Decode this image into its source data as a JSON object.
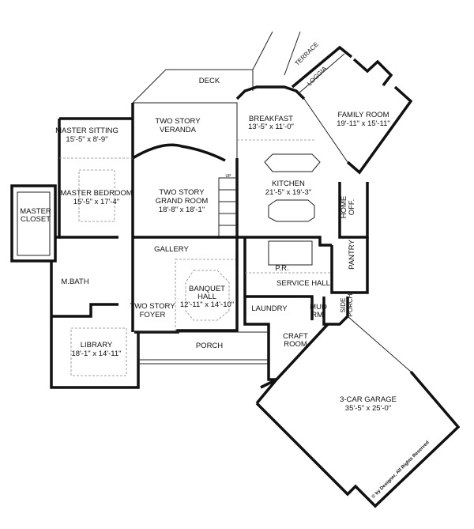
{
  "rooms": {
    "deck": {
      "name": "DECK"
    },
    "terrace": {
      "name": "TERRACE"
    },
    "loggia": {
      "name": "LOGGIA"
    },
    "veranda": {
      "line1": "TWO STORY",
      "line2": "VERANDA"
    },
    "breakfast": {
      "name": "BREAKFAST",
      "dims": "13'-5\" x 11'-0\""
    },
    "family_room": {
      "name": "FAMILY ROOM",
      "dims": "19'-11\" x 15'-11\""
    },
    "master_sitting": {
      "name": "MASTER SITTING",
      "dims": "15'-5\" x 8'-9\""
    },
    "master_bedroom": {
      "name": "MASTER BEDROOM",
      "dims": "15'-5\" x 17'-4\""
    },
    "master_closet": {
      "line1": "MASTER",
      "line2": "CLOSET"
    },
    "grand_room": {
      "line1": "TWO STORY",
      "line2": "GRAND ROOM",
      "dims": "18'-8\" x 18'-1\""
    },
    "stair": {
      "name": "UP"
    },
    "kitchen": {
      "name": "KITCHEN",
      "dims": "21'-5\" x 19'-3\""
    },
    "home_office": {
      "line1": "HOME",
      "line2": "OFF."
    },
    "gallery": {
      "name": "GALLERY"
    },
    "m_bath": {
      "name": "M.BATH"
    },
    "powder_room": {
      "name": "P.R."
    },
    "service_hall": {
      "name": "SERVICE HALL"
    },
    "pantry": {
      "name": "PANTRY"
    },
    "banquet_hall": {
      "line1": "BANQUET",
      "line2": "HALL",
      "dims": "12'-11\" x 14'-10\""
    },
    "foyer": {
      "line1": "TWO STORY",
      "line2": "FOYER"
    },
    "laundry": {
      "name": "LAUNDRY"
    },
    "mud_room": {
      "line1": "MUD",
      "line2": "RM."
    },
    "side_porch": {
      "line1": "SIDE",
      "line2": "PORCH"
    },
    "craft_room": {
      "line1": "CRAFT",
      "line2": "ROOM"
    },
    "porch": {
      "name": "PORCH"
    },
    "library": {
      "name": "LIBRARY",
      "dims": "18'-1\" x 14'-11\""
    },
    "garage": {
      "name": "3-CAR GARAGE",
      "dims": "35'-5\" x 25'-0\""
    }
  },
  "copyright": "© by Designer, All Rights Reserved"
}
